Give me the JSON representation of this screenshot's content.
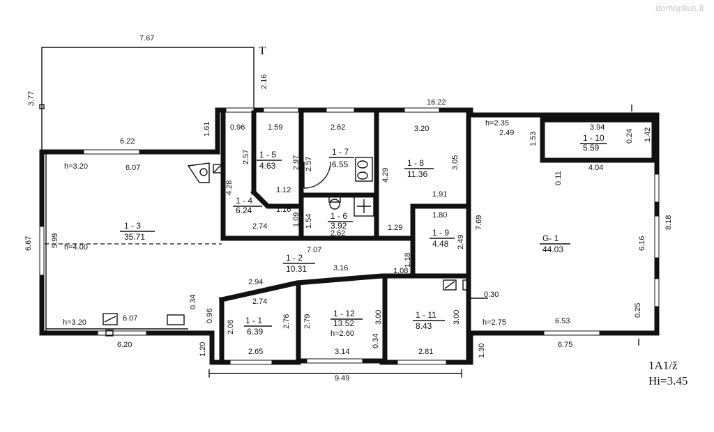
{
  "watermark": "domoplius.lt",
  "stamp": {
    "code": "1A1/ž",
    "height": "Hi=3.45"
  },
  "terrace": {
    "width": "7.67",
    "left": "3.77",
    "right": "2.16",
    "mark": "T"
  },
  "rooms": [
    {
      "id": "1 - 1",
      "area": "6.39"
    },
    {
      "id": "1 - 2",
      "area": "10.31"
    },
    {
      "id": "1 - 3",
      "area": "35.71"
    },
    {
      "id": "1 - 4",
      "area": "6.24"
    },
    {
      "id": "1 - 5",
      "area": "4.63"
    },
    {
      "id": "1 - 6",
      "area": "3.92"
    },
    {
      "id": "1 - 7",
      "area": "6.55"
    },
    {
      "id": "1 - 8",
      "area": "11.36"
    },
    {
      "id": "1 - 9",
      "area": "4.48"
    },
    {
      "id": "1 - 10",
      "area": "5.59"
    },
    {
      "id": "1 - 11",
      "area": "8.43"
    },
    {
      "id": "1 - 12",
      "area": "13.52"
    },
    {
      "id": "G- 1",
      "area": "44.03"
    }
  ],
  "heights": [
    "h=3.20",
    "h=4.00",
    "h=3.20",
    "h=2.60",
    "h=2.35",
    "h=2.75"
  ],
  "dims": [
    "16.22",
    "6.22",
    "6.07",
    "1.61",
    "0.96",
    "1.59",
    "2.62",
    "3.20",
    "2.49",
    "1.53",
    "3.94",
    "0.24",
    "1.42",
    "4.04",
    "0.11",
    "2.57",
    "2.97",
    "2.57",
    "3.05",
    "4.29",
    "1.12",
    "4.28",
    "1.16",
    "1.91",
    "8.18",
    "1.54",
    "1.09",
    "1.80",
    "2.74",
    "2.62",
    "1.29",
    "7.69",
    "2.49",
    "6.16",
    "6.67",
    "5.99",
    "7.07",
    "1.18",
    "3.16",
    "1.08",
    "2.94",
    "2.74",
    "0.34",
    "0.96",
    "2.06",
    "2.76",
    "2.79",
    "3.00",
    "3.00",
    "0.30",
    "0.25",
    "6.53",
    "6.07",
    "6.20",
    "1.20",
    "2.65",
    "3.14",
    "0.34",
    "2.81",
    "1.30",
    "6.75",
    "9.49"
  ]
}
